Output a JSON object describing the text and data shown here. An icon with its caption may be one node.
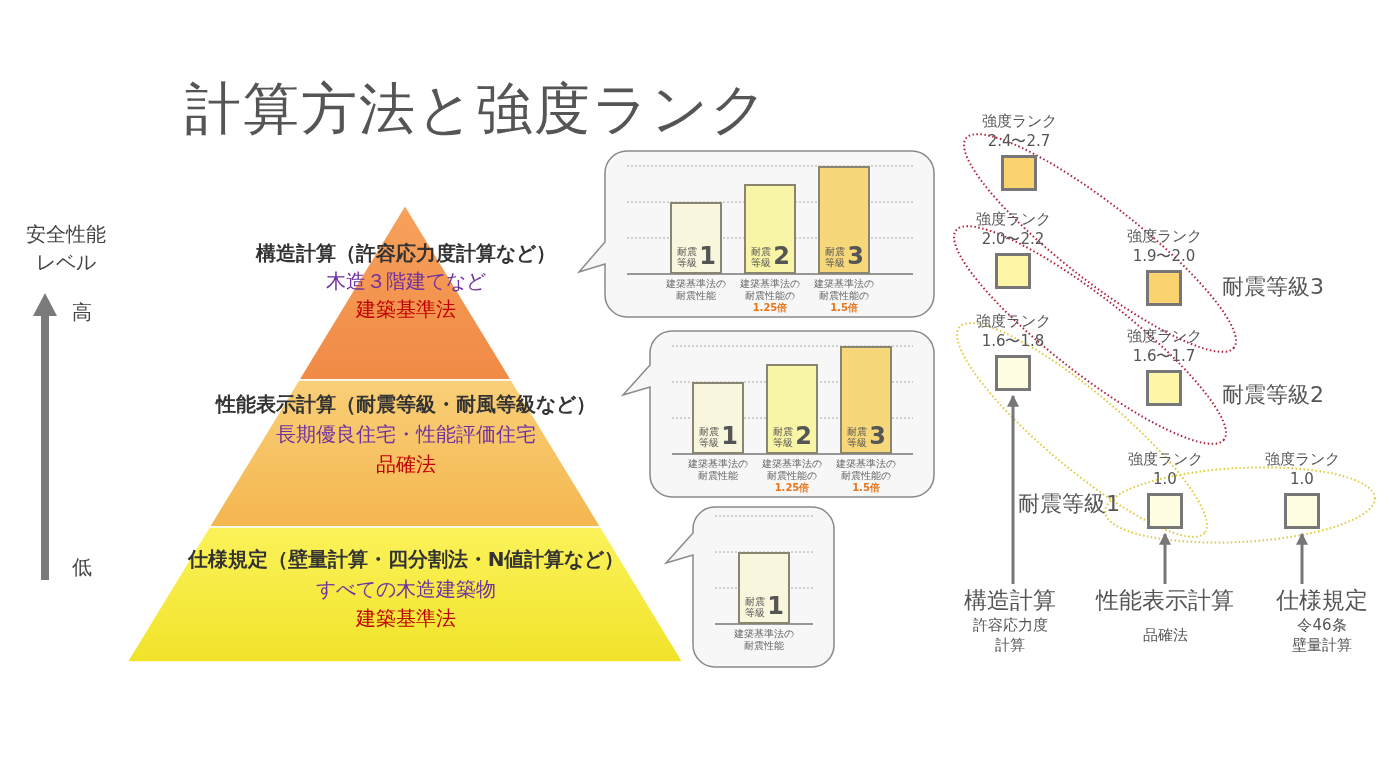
{
  "diagram": {
    "title": "計算方法と強度ランク",
    "nodes": [
      {
        "text": [
          "構造計算（許容応力度計算など）",
          "木造３階建てなど",
          "建築基準法"
        ]
      },
      {
        "text": [
          "性能表示計算（耐震等級・耐風等級など）",
          "長期優良住宅・性能評価住宅",
          "品確法"
        ]
      },
      {
        "text": [
          "仕様規定（壁量計算・四分割法・N値計算など）",
          "すべての木造建築物",
          "建築基準法"
        ]
      },
      {
        "text": [],
        "shape": "callout"
      },
      {
        "text": [
          "耐震等級",
          "1"
        ],
        "in": 3,
        "beside": [
          "建築基準法の耐震性能"
        ]
      },
      {
        "text": [
          "耐震等級",
          "2"
        ],
        "in": 3,
        "beside": [
          "建築基準法の耐震性能の",
          "1.25倍"
        ]
      },
      {
        "text": [
          "耐震等級",
          "3"
        ],
        "in": 3,
        "beside": [
          "建築基準法の耐震性能の",
          "1.5倍"
        ]
      },
      {
        "text": [],
        "shape": "callout"
      },
      {
        "text": [
          "耐震等級",
          "1"
        ],
        "in": 7,
        "beside": [
          "建築基準法の耐震性能"
        ]
      },
      {
        "text": [
          "耐震等級",
          "2"
        ],
        "in": 7,
        "beside": [
          "建築基準法の耐震性能の",
          "1.25倍"
        ]
      },
      {
        "text": [
          "耐震等級",
          "3"
        ],
        "in": 7,
        "beside": [
          "建築基準法の耐震性能の",
          "1.5倍"
        ]
      },
      {
        "text": [],
        "shape": "callout"
      },
      {
        "text": [
          "耐震等級",
          "1"
        ],
        "in": 11,
        "beside": [
          "建築基準法の耐震性能"
        ]
      },
      {
        "text": [
          "強度ランク",
          "2.4〜2.7"
        ]
      },
      {
        "text": [
          "強度ランク",
          "2.0〜2.2"
        ]
      },
      {
        "text": [
          "強度ランク",
          "1.9〜2.0"
        ]
      },
      {
        "text": [
          "強度ランク",
          "1.6〜1.8"
        ]
      },
      {
        "text": [
          "強度ランク",
          "1.6〜1.7"
        ]
      },
      {
        "text": [
          "強度ランク",
          "1.0"
        ]
      },
      {
        "text": [
          "強度ランク",
          "1.0"
        ]
      },
      {
        "text": [
          "構造計算",
          "許容応力度計算"
        ]
      },
      {
        "text": [
          "性能表示計算",
          "品確法"
        ]
      },
      {
        "text": [
          "仕様規定",
          "令46条壁量計算"
        ]
      }
    ],
    "edges": [
      {
        "from": 20,
        "to": 16,
        "arrow": "to"
      },
      {
        "from": 21,
        "to": 18,
        "arrow": "to"
      },
      {
        "from": 22,
        "to": 19,
        "arrow": "to"
      }
    ],
    "labels": [
      "安全性能レベル",
      "高",
      "低",
      "耐震等級3",
      "耐震等級2",
      "耐震等級1"
    ]
  }
}
